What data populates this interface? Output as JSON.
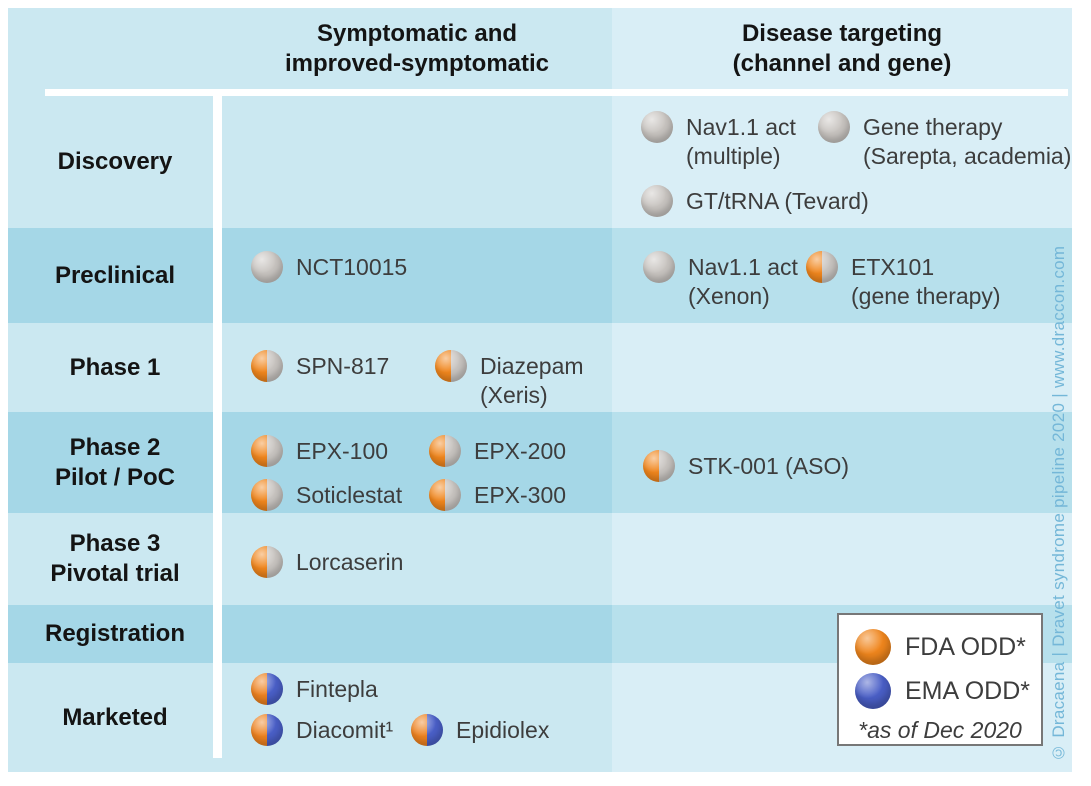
{
  "headers": {
    "symptomatic": "Symptomatic and\nimproved-symptomatic",
    "disease": "Disease targeting\n(channel and gene)"
  },
  "stages": [
    {
      "label": "Discovery"
    },
    {
      "label": "Preclinical"
    },
    {
      "label": "Phase 1"
    },
    {
      "label": "Phase 2\nPilot / PoC"
    },
    {
      "label": "Phase 3\nPivotal trial"
    },
    {
      "label": "Registration"
    },
    {
      "label": "Marketed"
    }
  ],
  "entries": {
    "nav11_multiple": {
      "name": "Nav1.1 act",
      "sub": "(multiple)",
      "marker": "no-odd"
    },
    "gene_therapy": {
      "name": "Gene therapy",
      "sub": "(Sarepta, academia)",
      "marker": "no-odd"
    },
    "gt_trna": {
      "name": "GT/tRNA (Tevard)",
      "marker": "no-odd"
    },
    "nct10015": {
      "name": "NCT10015",
      "marker": "no-odd"
    },
    "nav11_xenon": {
      "name": "Nav1.1 act",
      "sub": "(Xenon)",
      "marker": "no-odd"
    },
    "etx101": {
      "name": "ETX101",
      "sub": "(gene therapy)",
      "marker": "fda-odd"
    },
    "spn817": {
      "name": "SPN-817",
      "marker": "fda-odd"
    },
    "diazepam": {
      "name": "Diazepam",
      "sub": "(Xeris)",
      "marker": "fda-odd"
    },
    "epx100": {
      "name": "EPX-100",
      "marker": "fda-odd"
    },
    "soticlestat": {
      "name": "Soticlestat",
      "marker": "fda-odd"
    },
    "epx200": {
      "name": "EPX-200",
      "marker": "fda-odd"
    },
    "epx300": {
      "name": "EPX-300",
      "marker": "fda-odd"
    },
    "stk001": {
      "name": "STK-001 (ASO)",
      "marker": "fda-odd"
    },
    "lorcaserin": {
      "name": "Lorcaserin",
      "marker": "fda-odd"
    },
    "fintepla": {
      "name": "Fintepla",
      "marker": "fda-ema-odd"
    },
    "diacomit": {
      "name": "Diacomit¹",
      "marker": "fda-ema-odd"
    },
    "epidiolex": {
      "name": "Epidiolex",
      "marker": "fda-ema-odd"
    }
  },
  "legend": {
    "fda_label": "FDA ODD*",
    "ema_label": "EMA ODD*",
    "note": "*as of Dec 2020",
    "fda_color": "#f0861d",
    "ema_color": "#4a5fc7"
  },
  "watermark": "© Dracaena | Dravet syndrome pipeline 2020 | www.draccon.com"
}
